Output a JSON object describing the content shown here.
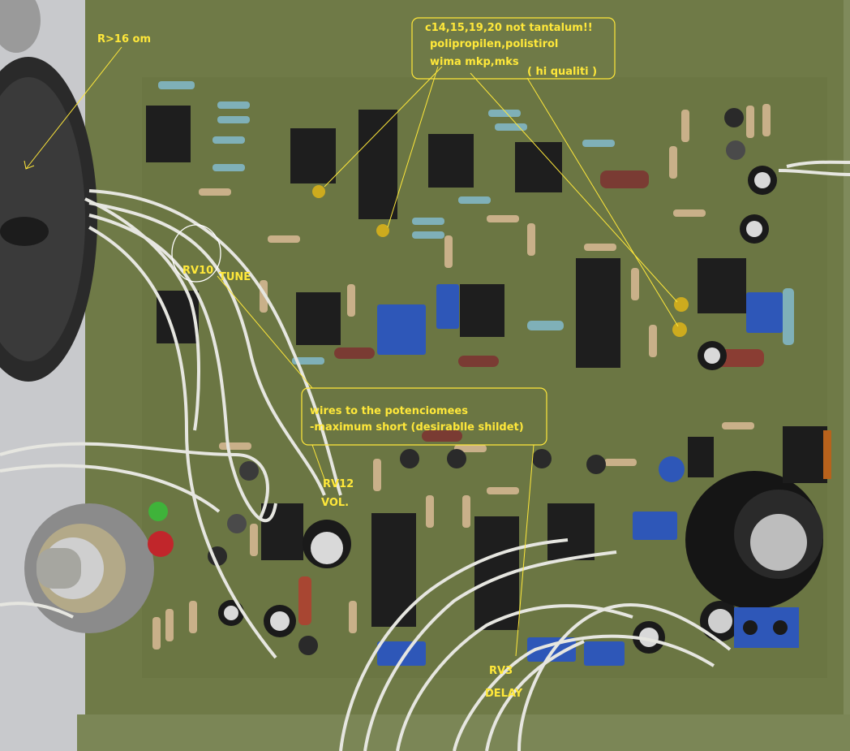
{
  "annotations": {
    "resistance": "R>16  om",
    "capacitor_note": {
      "line1": "c14,15,19,20  not tantalum!!",
      "line2": "polipropilen,polistirol",
      "line3": "wima mkp,mks",
      "line4": "( hi qualiti )"
    },
    "rv10": "RV10",
    "tune": "TUNE",
    "wires_note": {
      "line1": "wires to the potenciomees",
      "line2": "-maximum short (desirablle shildet)"
    },
    "rv12": "RV12",
    "vol": "VOL.",
    "rv3": "RV3",
    "delay": "DELAY"
  },
  "colors": {
    "board": "#737e4c",
    "annotation": "#ffe83a",
    "wire": "#e6e6e0",
    "chip": "#1e1e1e",
    "trimmer": "#2e57b8"
  }
}
